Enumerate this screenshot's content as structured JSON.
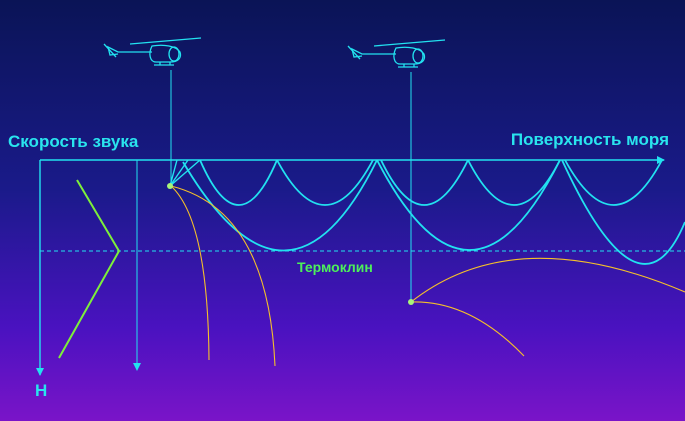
{
  "labels": {
    "sound_speed": "Скорость звука",
    "sea_surface": "Поверхность моря",
    "thermocline": "Термоклин",
    "depth": "H"
  },
  "colors": {
    "background_top": "#0a1456",
    "background_bottom": "#7a14c8",
    "ray_color": "#22e2f0",
    "profile_color": "#7df03a",
    "deep_ray_color": "#f5c02a",
    "label_color": "#29e4ee",
    "thermocline_label_color": "#4cf05a"
  },
  "icons": [
    "helicopter-icon",
    "helicopter-icon"
  ]
}
